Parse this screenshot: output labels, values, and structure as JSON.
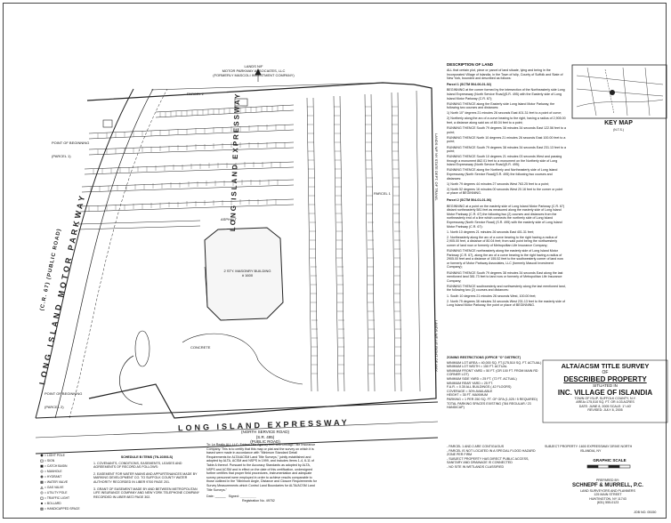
{
  "top_owner": {
    "lines": [
      "LANDS N/F",
      "MOTOR PARKWAY ASSOCIATES, LLC",
      "(FORMERLY MASCOLI INVESTMENT COMPANY)"
    ]
  },
  "roads": {
    "parkway_name": "LONG ISLAND MOTOR PARKWAY",
    "parkway_sub": "(C.R. 67) (PUBLIC ROAD)",
    "expressway_north": "LONG ISLAND EXPRESSWAY",
    "expressway_south": "LONG ISLAND EXPRESSWAY",
    "service_road": [
      "(NORTH SERVICE ROAD)",
      "(S.R. 495)",
      "(PUBLIC ROAD)"
    ]
  },
  "site_labels": {
    "building": [
      "2 STY. MASONRY BUILDING",
      "# 1600"
    ],
    "parcel_1": "PARCEL 1",
    "parcel_2": "PARCEL 2",
    "asphalt": "ASPHALT",
    "concrete": "CONCRETE",
    "east_lands": [
      "LANDS N/F",
      "NY STATE DEPT. OF TRANS."
    ],
    "east_lands_2": [
      "LANDS N/F",
      "LIE RIGHT OF WAY"
    ],
    "point_beginning_1": [
      "POINT OF BEGINNING",
      "(PARCEL 1)"
    ],
    "point_beginning_2": [
      "POINT OF BEGINNING",
      "(PARCEL 2)"
    ]
  },
  "description": {
    "title": "DESCRIPTION OF LAND",
    "intro": "ALL that certain plot, piece or parcel of land situate, lying and being in the Incorporated Village of Islandia, in the Town of Islip, County of Suffolk and State of New York, bounded and described as follows:",
    "parcel1_header": "Parcel 1 (SCTM 504-06-01-02)",
    "paragraphs": [
      "BEGINNING at the corner formed by the intersection of the Northeasterly side Long Island Expressway (North Service Road)(S.R. 495) with the Easterly side of Long Island Motor Parkway (C.R. 67);",
      "RUNNING THENCE along the Easterly side Long Island Motor Parkway, the following two courses and distances:",
      "1) North 10° degrees 21 minutes 26 seconds East 401.31 feet to a point of curve;",
      "2) Northerly along the arc of a curve bearing to the right, having a radius of 2,905.00 feet, a distance along said arc of 80.04 feet to a point;",
      "RUNNING THENCE South 79 degrees 38 minutes 34 seconds East 122.56 feet to a point;",
      "RUNNING THENCE North 10 degrees 21 minutes 26 seconds East 100.00 feet to a point;",
      "RUNNING THENCE South 79 degrees 38 minutes 34 seconds East 231.13 feet to a point;",
      "RUNNING THENCE South 10 degrees 21 minutes 03 seconds West and passing through a monument 862.01 feet to a monument on the Northerly side of Long Island Expressway (North Service Road)(S.R. 495);",
      "RUNNING THENCE along the Northerly and Northeasterly side of Long Island Expressway (North Service Road)(S.R. 495) the following two courses and distances:",
      "1) North 79 degrees 44 minutes 27 seconds West 763.25 feet to a point;",
      "2) North 52 degrees 16 minutes 00 seconds West 20.16 feet to the corner or point or place of BEGINNING."
    ],
    "parcel2_header": "Parcel 2 (SCTM 504-01-01-06)",
    "paragraphs2": [
      "BEGINNING at a point on the easterly side of Long Island Motor Parkway (C.R. 67) distant northeasterly 581 feet as measured along the easterly side of Long Island Motor Parkway (C.R. 67) the following two (2) courses and distances from the northeasterly end of a line which connects the northerly side of Long Island Expressway (North Service Road) (S.R. 495) with the easterly side of Long Island Motor Parkway (C.R. 67):",
      "1. North 10 degrees 21 minutes 26 seconds East 401.31 feet;",
      "2. Northeasterly along the arc of a curve bearing to the right having a radius of 2,905.00 feet, a distance of 80.04 feet; from said point being the northwesterly corner of land now or formerly of Metropolitan Life Insurance Company;",
      "RUNNING THENCE northeasterly along the easterly side of Long Island Motor Parkway (C.R. 67), along the arc of a curve bearing to the right having a radius of 2905.00 feet and a distance of 155.52 feet to the southwesterly corner of land now or formerly of Motor Parkway Associates, LLC (formerly Mascoli Investment Company);",
      "RUNNING THENCE South 79 degrees 38 minutes 34 seconds East along the last mentioned land 381.73 feet to land now or formerly of Metropolitan Life Insurance Company;",
      "RUNNING THENCE southwesterly and northwesterly along the last mentioned land, the following two (2) courses and distances:",
      "1. South 10 degrees 21 minutes 26 seconds West, 100.00 feet;",
      "2. North 79 degrees 38 minutes 34 seconds West 231.13 feet to the easterly side of Long Island Motor Parkway, the point or place of BEGINNING."
    ]
  },
  "key_map": {
    "title": "KEY MAP",
    "scale": "(N.T.S.)"
  },
  "legend": {
    "items": [
      "= LIGHT POLE",
      "= SIGN",
      "= CATCH BASIN",
      "= MANHOLE",
      "= HYDRANT",
      "= WATER VALVE",
      "= GAS VALVE",
      "= UTILITY POLE",
      "= TRAFFIC LIGHT",
      "= BOLLARD",
      "= HANDICAPPED SPACE"
    ]
  },
  "notes": {
    "title": "SCHEDULE B ITEMS (TN-10393-S)",
    "items": [
      "1. COVENANTS, CONDITIONS, EASEMENTS, LEASES AND AGREEMENTS OF RECORD AS FOLLOWS:",
      "2. EASEMENT FOR WATER MAINS AND APPURTENANCES MADE BY MARKING DEVELOPMENT CO. TO SUFFOLK COUNTY WATER AUTHORITY RECORDED IN LIBER 9700 PAGE 201.",
      "3. GRANT OF EASEMENT MADE BY AND BETWEEN METROPOLITAN LIFE INSURANCE COMPANY AND NEW YORK TELEPHONE COMPANY RECORDED IN LIBER 8872 PAGE 302."
    ]
  },
  "certification": {
    "text": "To: Le Realty ALL LLC, Trident Title Agency LLC and Chicago Title Insurance Company. This is to certify that this map or plat and the survey on which it is based were made in accordance with \"Minimum Standard Detail Requirements for ALTA/ACSM Land Title Surveys,\" jointly established and adopted by ALTA, ACSM and NSPS in 1999, and includes Items 1-4, 6-11 of Table A thereof. Pursuant to the Accuracy Standards as adopted by ALTA, NSPS and ACSM and in effect on the date of this certification, undersigned further certifies that proper field procedures, instrumentation and adequate survey personnel were employed in order to achieve results comparable to those outlined in the \"Minimum Angle, Distance and Closure Requirements for Survey Measurements which Control Land Boundaries for ALTA/ACSM Land Title Surveys.\"",
    "date_label": "Date:",
    "signed_label": "Signed:",
    "registration": "Registration No. 49752"
  },
  "zoning": {
    "title": "ZONING RESTRICTIONS (OFFICE \"O\" DISTRICT)",
    "items": [
      "MINIMUM LOT AREA = 40,000 SQ. FT.(175,510 SQ. FT. ACTUAL)",
      "MINIMUM LOT WIDTH = 150 FT. ACTUAL",
      "MINIMUM FRONT YARD = 50 FT. (OR 100 FT. FROM MAIN RD CORNER LOT)",
      "MINIMUM SIDE YARD = 25 FT. (72 FT. ACTUAL)",
      "MINIMUM REAR YARD = 25 FT.",
      "F.A.R. = 0.30 ALL BUILDINGS (.42 FLOORS)",
      "COVERAGE = 30% AVAILABLE",
      "HEIGHT = 35 FT. MAXIMUM",
      "PARKING = 1 PER 250 SQ. FT. OF GFA (1,025 / 5 REQUIRED)",
      "TOTAL PARKING SPACES EXISTING (784 REGULAR / 23 HANDICAP)"
    ]
  },
  "title_block": {
    "line1": "ALTA/ACSM TITLE SURVEY",
    "line2": "OF",
    "line3": "DESCRIBED PROPERTY",
    "line4": "SITUATED IN",
    "line5": "INC. VILLAGE OF ISLANDIA",
    "details": [
      "TOWN OF ISLIP, SUFFOLK COUNTY, N.Y.",
      "AREA=175,510 SQ. FT. OR 4.03 ACRES",
      "DATE: JUNE 8, 2005  SCALE: 1\"=40'",
      "REVISED: JULY 8, 2005"
    ],
    "graphic_scale": "GRAPHIC SCALE"
  },
  "notes_bottom": {
    "items": [
      "- PARCEL 1 AND 2 ARE CONTIGUOUS",
      "- PARCEL IS NOT LOCATED IN A SPECIAL FLOOD HAZARD ZONE PER FIRM",
      "- SUBJECT PROPERTY HAS DIRECT PUBLIC ACCESS, SANITARY AND DRAINAGE IS CONNECTED",
      "- NO SITE IN WETLANDS CLASSIFIED"
    ],
    "subject": [
      "SUBJECT PROPERTY: 1600 EXPRESSWAY DRIVE NORTH",
      "ISLANDIA, NY"
    ]
  },
  "surveyor": {
    "prepared_by": "PREPARED BY:",
    "firm": "SCHNEPF & MURRELL, P.C.",
    "lines": [
      "LAND SURVEYORS AND PLANNERS",
      "125 MAIN STREET",
      "HUNTINGTON, NY 11743",
      "(631) 555-0123"
    ]
  },
  "sheet_no": "JOB NO. 05150"
}
